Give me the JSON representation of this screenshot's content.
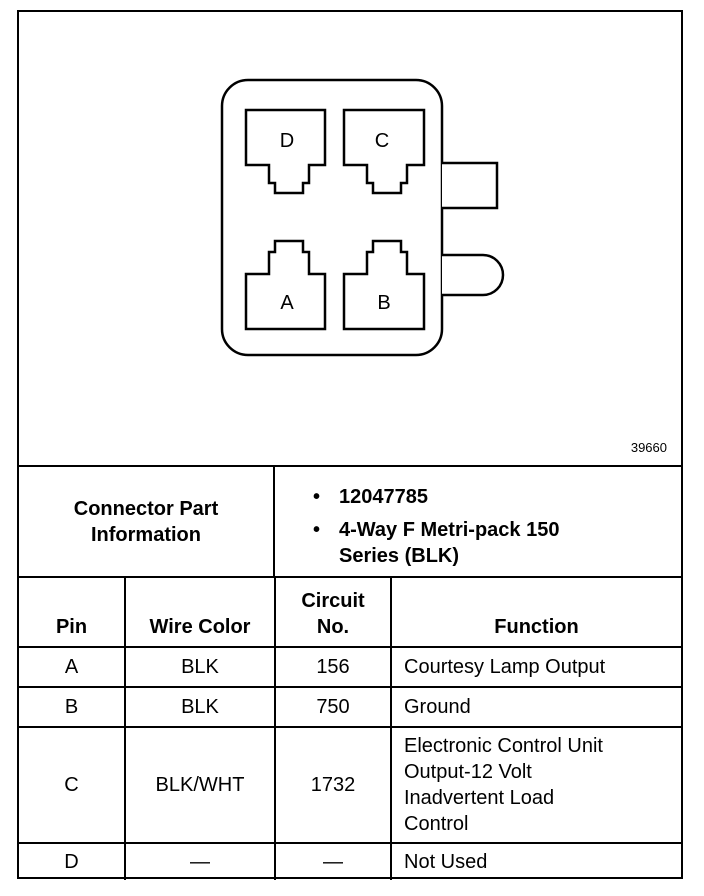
{
  "diagram": {
    "figure_number": "39660",
    "pins": [
      {
        "letter": "D"
      },
      {
        "letter": "C"
      },
      {
        "letter": "A"
      },
      {
        "letter": "B"
      }
    ]
  },
  "part_info": {
    "label_line1": "Connector Part",
    "label_line2": "Information",
    "part_number": "12047785",
    "description_line1": "4-Way F Metri-pack 150",
    "description_line2": "Series (BLK)"
  },
  "table": {
    "headers": {
      "pin": "Pin",
      "wire_color": "Wire Color",
      "circuit_line1": "Circuit",
      "circuit_line2": "No.",
      "function": "Function"
    },
    "rows": [
      {
        "pin": "A",
        "wire_color": "BLK",
        "circuit": "156",
        "function": [
          "Courtesy Lamp Output"
        ]
      },
      {
        "pin": "B",
        "wire_color": "BLK",
        "circuit": "750",
        "function": [
          "Ground"
        ]
      },
      {
        "pin": "C",
        "wire_color": "BLK/WHT",
        "circuit": "1732",
        "function": [
          "Electronic Control Unit",
          "Output-12 Volt",
          "Inadvertent Load",
          "Control"
        ]
      },
      {
        "pin": "D",
        "wire_color": "—",
        "circuit": "—",
        "function": [
          "Not Used"
        ]
      }
    ]
  }
}
